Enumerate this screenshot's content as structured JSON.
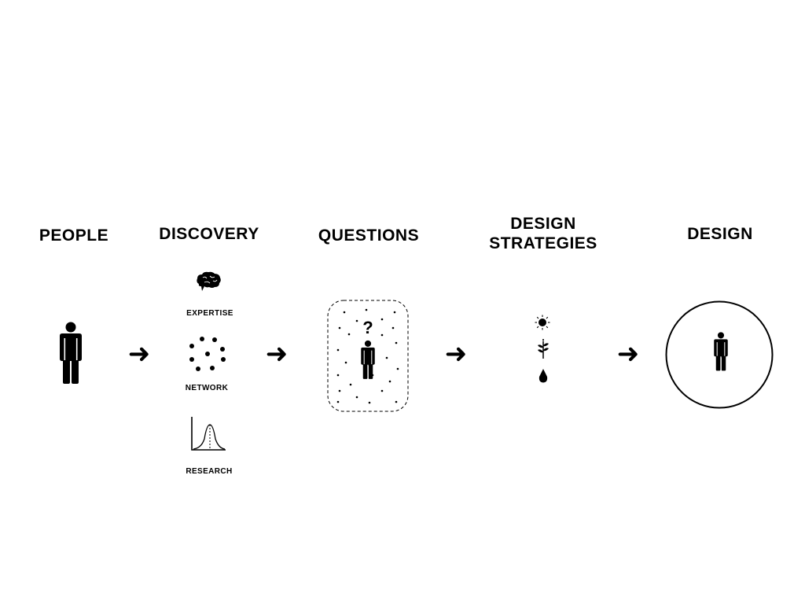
{
  "stages": [
    {
      "title": "PEOPLE"
    },
    {
      "title": "DISCOVERY"
    },
    {
      "title": "QUESTIONS"
    },
    {
      "title_line1": "DESIGN",
      "title_line2": "STRATEGIES"
    },
    {
      "title": "DESIGN"
    }
  ],
  "discovery": {
    "items": [
      {
        "label": "EXPERTISE",
        "icon": "brain-icon"
      },
      {
        "label": "NETWORK",
        "icon": "network-dots-icon"
      },
      {
        "label": "RESEARCH",
        "icon": "bell-curve-icon"
      }
    ]
  },
  "questions": {
    "mark": "?"
  },
  "strategies": {
    "icons": [
      "sun-icon",
      "plant-icon",
      "water-drop-icon"
    ]
  },
  "arrow_glyph": "➜",
  "colors": {
    "ink": "#000000",
    "background": "#ffffff"
  }
}
